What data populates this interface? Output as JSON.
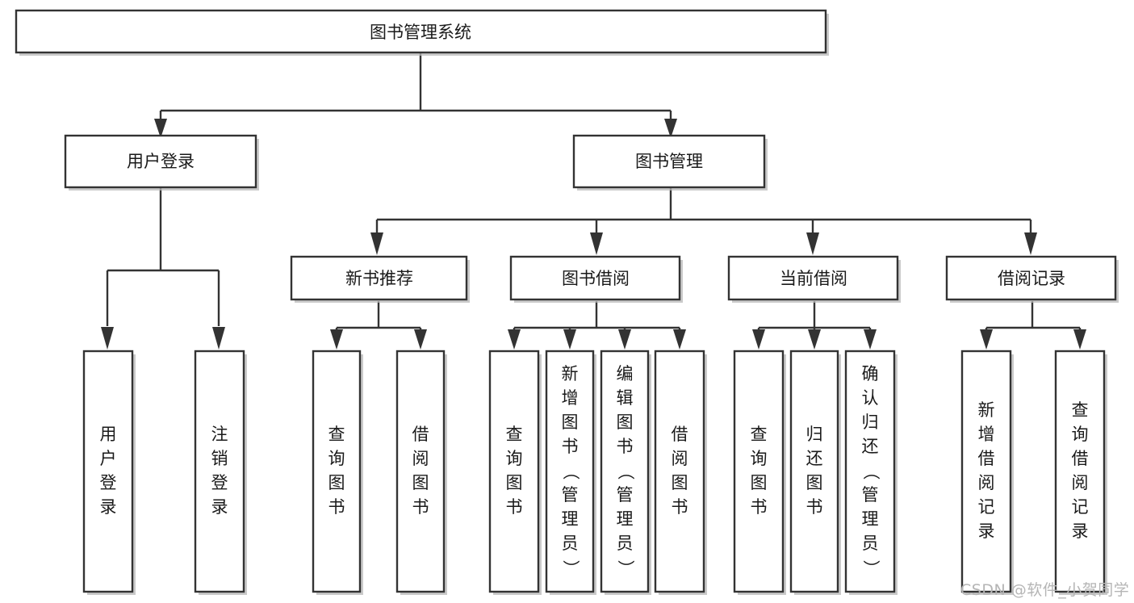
{
  "diagram": {
    "type": "tree",
    "title": "图书管理系统",
    "orientation": "top-down",
    "colors": {
      "box_fill": "#ffffff",
      "box_stroke": "#333333",
      "text": "#1a1a1a",
      "shadow": "#b8b8b8",
      "watermark": "#b5b5b5",
      "background": "#ffffff"
    },
    "root": {
      "label": "图书管理系统",
      "orientation": "horizontal"
    },
    "level2": [
      {
        "label": "用户登录",
        "orientation": "horizontal"
      },
      {
        "label": "图书管理",
        "orientation": "horizontal"
      }
    ],
    "level3": [
      {
        "label": "新书推荐",
        "orientation": "horizontal"
      },
      {
        "label": "图书借阅",
        "orientation": "horizontal"
      },
      {
        "label": "当前借阅",
        "orientation": "horizontal"
      },
      {
        "label": "借阅记录",
        "orientation": "horizontal"
      }
    ],
    "leaves": {
      "user_login": [
        {
          "label": "用户登录",
          "orientation": "vertical"
        },
        {
          "label": "注销登录",
          "orientation": "vertical"
        }
      ],
      "new_book_recommend": [
        {
          "label": "查询图书",
          "orientation": "vertical"
        },
        {
          "label": "借阅图书",
          "orientation": "vertical"
        }
      ],
      "book_borrow": [
        {
          "label": "查询图书",
          "orientation": "vertical"
        },
        {
          "label": "新增图书（管理员）",
          "orientation": "vertical"
        },
        {
          "label": "编辑图书（管理员）",
          "orientation": "vertical"
        },
        {
          "label": "借阅图书",
          "orientation": "vertical"
        }
      ],
      "current_borrow": [
        {
          "label": "查询图书",
          "orientation": "vertical"
        },
        {
          "label": "归还图书",
          "orientation": "vertical"
        },
        {
          "label": "确认归还（管理员）",
          "orientation": "vertical"
        }
      ],
      "borrow_record": [
        {
          "label": "新增借阅记录",
          "orientation": "vertical"
        },
        {
          "label": "查询借阅记录",
          "orientation": "vertical"
        }
      ]
    },
    "watermark": "CSDN @软件_小贺同学"
  }
}
